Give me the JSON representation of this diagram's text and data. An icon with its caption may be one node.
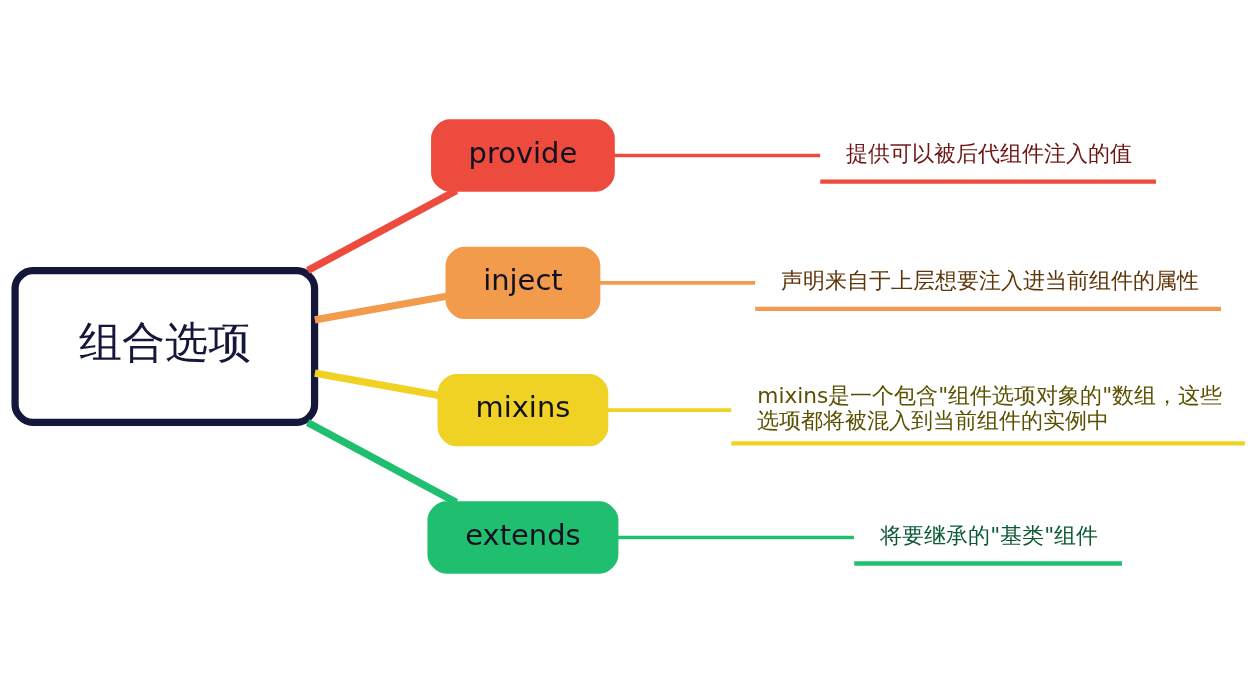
{
  "diagram": {
    "nodes": [
      {
        "text": [
          "组合选项"
        ]
      },
      {
        "text": [
          "provide"
        ]
      },
      {
        "text": [
          "提供可以被后代组件注入的值"
        ]
      },
      {
        "text": [
          "inject"
        ]
      },
      {
        "text": [
          "声明来自于上层想要注入进当前组件的属性"
        ]
      },
      {
        "text": [
          "mixins"
        ]
      },
      {
        "text": [
          "mixins是一个包含\"组件选项对象的\"数组，这些选项都将被混入到当前组件的实例中"
        ]
      },
      {
        "text": [
          "extends"
        ]
      },
      {
        "text": [
          "将要继承的\"基类\"组件"
        ]
      }
    ],
    "edges": [
      {
        "from": 0,
        "to": 1,
        "arrow": "none",
        "style": "thick",
        "color": "#ee4b3f"
      },
      {
        "from": 1,
        "to": 2,
        "arrow": "none",
        "color": "#ee4b3f"
      },
      {
        "from": 0,
        "to": 3,
        "arrow": "none",
        "style": "thick",
        "color": "#f29b4c"
      },
      {
        "from": 3,
        "to": 4,
        "arrow": "none",
        "color": "#f29b4c"
      },
      {
        "from": 0,
        "to": 5,
        "arrow": "none",
        "style": "thick",
        "color": "#f0d225"
      },
      {
        "from": 5,
        "to": 6,
        "arrow": "none",
        "color": "#f0d225"
      },
      {
        "from": 0,
        "to": 7,
        "arrow": "none",
        "style": "thick",
        "color": "#20bf70"
      },
      {
        "from": 7,
        "to": 8,
        "arrow": "none",
        "color": "#20bf70"
      }
    ]
  }
}
